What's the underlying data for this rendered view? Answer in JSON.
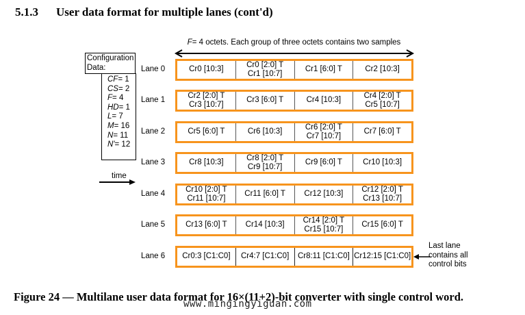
{
  "heading": {
    "number": "5.1.3",
    "title": "User data format for multiple lanes (cont'd)"
  },
  "diagram": {
    "octet_span": {
      "param": "F",
      "text": "= 4 octets. Each group of three octets contains two samples"
    },
    "configuration": {
      "header": "Configuration Data:",
      "params": [
        {
          "name": "CF",
          "value": "= 1"
        },
        {
          "name": "CS",
          "value": "= 2"
        },
        {
          "name": "F",
          "value": "= 4"
        },
        {
          "name": "HD",
          "value": "= 1"
        },
        {
          "name": "L",
          "value": "= 7"
        },
        {
          "name": "M",
          "value": "= 16"
        },
        {
          "name": "N",
          "value": "= 11"
        },
        {
          "name": "N'",
          "value": "= 12"
        }
      ]
    },
    "time_label": "time",
    "lanes": [
      {
        "label": "Lane 0",
        "cells": [
          [
            "Cr0 [10:3]"
          ],
          [
            "Cr0 [2:0] T",
            "Cr1 [10:7]"
          ],
          [
            "Cr1 [6:0] T"
          ],
          [
            "Cr2 [10:3]"
          ]
        ]
      },
      {
        "label": "Lane 1",
        "cells": [
          [
            "Cr2 [2:0] T",
            "Cr3 [10:7]"
          ],
          [
            "Cr3 [6:0] T"
          ],
          [
            "Cr4 [10:3]"
          ],
          [
            "Cr4 [2:0] T",
            "Cr5 [10:7]"
          ]
        ]
      },
      {
        "label": "Lane 2",
        "cells": [
          [
            "Cr5 [6:0] T"
          ],
          [
            "Cr6 [10:3]"
          ],
          [
            "Cr6 [2:0] T",
            "Cr7 [10:7]"
          ],
          [
            "Cr7 [6:0] T"
          ]
        ]
      },
      {
        "label": "Lane 3",
        "cells": [
          [
            "Cr8 [10:3]"
          ],
          [
            "Cr8 [2:0] T",
            "Cr9 [10:7]"
          ],
          [
            "Cr9 [6:0] T"
          ],
          [
            "Cr10 [10:3]"
          ]
        ]
      },
      {
        "label": "Lane 4",
        "cells": [
          [
            "Cr10 [2:0] T",
            "Cr11 [10:7]"
          ],
          [
            "Cr11 [6:0] T"
          ],
          [
            "Cr12 [10:3]"
          ],
          [
            "Cr12 [2:0] T",
            "Cr13 [10:7]"
          ]
        ]
      },
      {
        "label": "Lane 5",
        "cells": [
          [
            "Cr13 [6:0] T"
          ],
          [
            "Cr14 [10:3]"
          ],
          [
            "Cr14 [2:0] T",
            "Cr15 [10:7]"
          ],
          [
            "Cr15 [6:0] T"
          ]
        ]
      },
      {
        "label": "Lane 6",
        "cells": [
          [
            "Cr0:3 [C1:C0]"
          ],
          [
            "Cr4:7 [C1:C0]"
          ],
          [
            "Cr8:11 [C1:C0]"
          ],
          [
            "Cr12:15 [C1:C0]"
          ]
        ]
      }
    ],
    "last_lane_note": [
      "Last  lane",
      "contains all",
      "control bits"
    ],
    "colors": {
      "lane_border": "#f7941d",
      "cell_divider": "#555555"
    }
  },
  "caption": "Figure 24 — Multilane user data format for 16×(11+2)-bit converter with single control word.",
  "watermark": "www.mingingyiguan.com"
}
